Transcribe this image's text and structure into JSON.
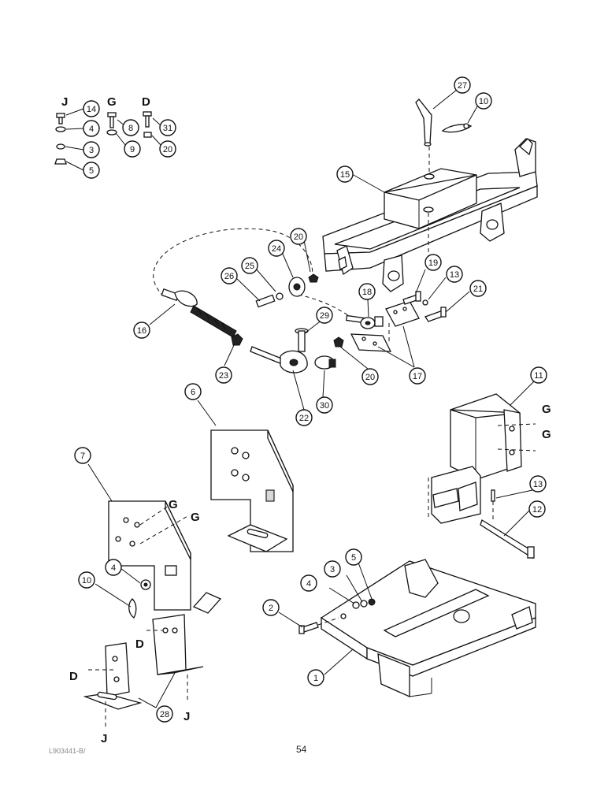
{
  "page": {
    "number": "54",
    "code": "L903441-B/"
  },
  "callouts": [
    "1",
    "2",
    "3",
    "4",
    "5",
    "6",
    "7",
    "8",
    "9",
    "10",
    "11",
    "12",
    "13",
    "14",
    "15",
    "16",
    "17",
    "18",
    "19",
    "20",
    "21",
    "22",
    "23",
    "24",
    "25",
    "26",
    "27",
    "28",
    "29",
    "30",
    "31"
  ],
  "hardware_key": {
    "column_j": {
      "letter": "J",
      "items": [
        "14",
        "4",
        "3",
        "5"
      ]
    },
    "column_g": {
      "letter": "G",
      "items": [
        "8",
        "9"
      ]
    },
    "column_d": {
      "letter": "D",
      "items": [
        "31",
        "20"
      ]
    }
  },
  "reference_letters": [
    "J",
    "G",
    "D"
  ]
}
